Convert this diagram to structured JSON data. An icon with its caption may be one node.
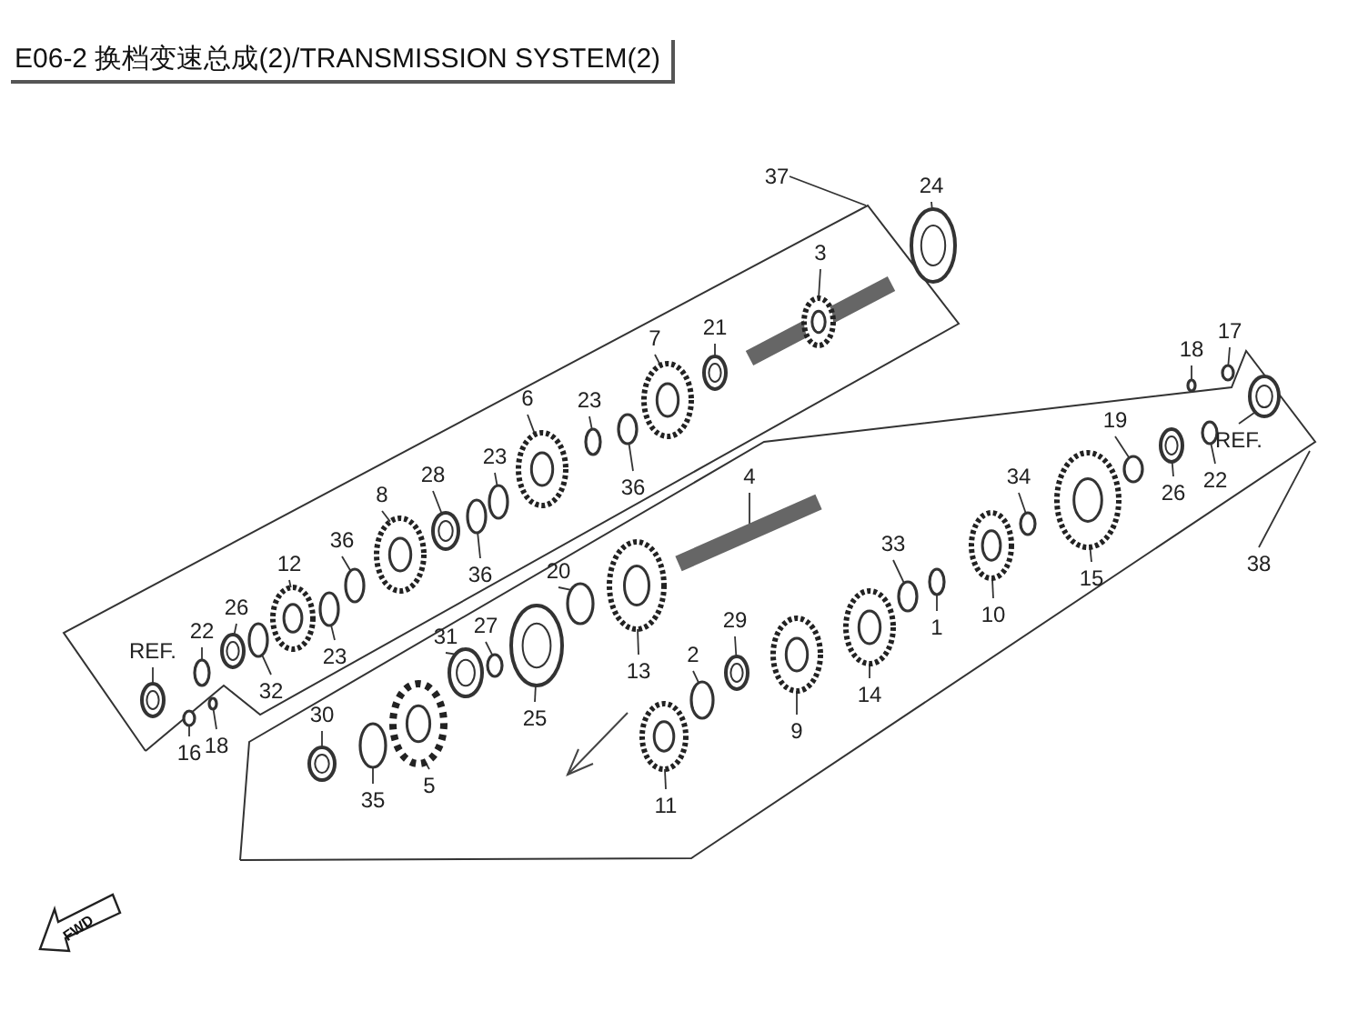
{
  "diagram": {
    "title": "E06-2 换档变速总成(2)/TRANSMISSION SYSTEM(2)",
    "nodes": [
      {
        "text": [
          "37"
        ]
      },
      {
        "text": [
          "24"
        ]
      },
      {
        "text": [
          "3"
        ]
      },
      {
        "text": [
          "21"
        ]
      },
      {
        "text": [
          "7"
        ]
      },
      {
        "text": [
          "23"
        ]
      },
      {
        "text": [
          "36"
        ]
      },
      {
        "text": [
          "6"
        ]
      },
      {
        "text": [
          "23"
        ]
      },
      {
        "text": [
          "36"
        ]
      },
      {
        "text": [
          "28"
        ]
      },
      {
        "text": [
          "8"
        ]
      },
      {
        "text": [
          "36"
        ]
      },
      {
        "text": [
          "23"
        ]
      },
      {
        "text": [
          "12"
        ]
      },
      {
        "text": [
          "26"
        ]
      },
      {
        "text": [
          "32"
        ]
      },
      {
        "text": [
          "22"
        ]
      },
      {
        "text": [
          "REF."
        ]
      },
      {
        "text": [
          "16"
        ]
      },
      {
        "text": [
          "18"
        ]
      },
      {
        "text": [
          "18"
        ]
      },
      {
        "text": [
          "17"
        ]
      },
      {
        "text": [
          "REF."
        ]
      },
      {
        "text": [
          "19"
        ]
      },
      {
        "text": [
          "22"
        ]
      },
      {
        "text": [
          "26"
        ]
      },
      {
        "text": [
          "38"
        ]
      },
      {
        "text": [
          "34"
        ]
      },
      {
        "text": [
          "15"
        ]
      },
      {
        "text": [
          "10"
        ]
      },
      {
        "text": [
          "1"
        ]
      },
      {
        "text": [
          "33"
        ]
      },
      {
        "text": [
          "4"
        ]
      },
      {
        "text": [
          "20"
        ]
      },
      {
        "text": [
          "13"
        ]
      },
      {
        "text": [
          "2"
        ]
      },
      {
        "text": [
          "29"
        ]
      },
      {
        "text": [
          "9"
        ]
      },
      {
        "text": [
          "14"
        ]
      },
      {
        "text": [
          "11"
        ]
      },
      {
        "text": [
          "27"
        ]
      },
      {
        "text": [
          "31"
        ]
      },
      {
        "text": [
          "25"
        ]
      },
      {
        "text": [
          "30"
        ]
      },
      {
        "text": [
          "35"
        ]
      },
      {
        "text": [
          "5"
        ]
      },
      {
        "text": [],
        "shape": "circle"
      },
      {
        "text": [],
        "shape": "circle"
      },
      {
        "text": [],
        "shape": "circle"
      },
      {
        "text": [],
        "shape": "circle"
      },
      {
        "text": [],
        "shape": "circle"
      },
      {
        "text": [],
        "shape": "circle"
      },
      {
        "text": [],
        "shape": "circle"
      },
      {
        "text": [],
        "shape": "circle"
      },
      {
        "text": [],
        "shape": "circle"
      },
      {
        "text": [],
        "shape": "circle"
      },
      {
        "text": [],
        "shape": "circle"
      },
      {
        "text": [],
        "shape": "circle"
      },
      {
        "text": [],
        "shape": "circle"
      },
      {
        "text": [],
        "shape": "circle"
      },
      {
        "text": [],
        "shape": "circle"
      },
      {
        "text": [],
        "shape": "circle"
      },
      {
        "text": [],
        "shape": "circle"
      },
      {
        "text": [],
        "shape": "circle"
      },
      {
        "text": [],
        "shape": "circle"
      },
      {
        "text": [],
        "shape": "circle"
      },
      {
        "text": [],
        "shape": "circle"
      },
      {
        "text": [],
        "shape": "circle"
      },
      {
        "text": [],
        "shape": "circle"
      },
      {
        "text": [],
        "shape": "circle"
      },
      {
        "text": [],
        "shape": "circle"
      },
      {
        "text": [],
        "shape": "circle"
      },
      {
        "text": [],
        "shape": "circle"
      },
      {
        "text": [],
        "shape": "circle"
      },
      {
        "text": [],
        "shape": "circle"
      },
      {
        "text": [],
        "shape": "bar"
      },
      {
        "text": [],
        "shape": "circle"
      },
      {
        "text": [],
        "shape": "bar"
      },
      {
        "text": [],
        "shape": "circle"
      },
      {
        "text": [],
        "shape": "circle"
      },
      {
        "text": [],
        "shape": "circle"
      },
      {
        "text": [],
        "shape": "circle"
      },
      {
        "text": [],
        "shape": "circle"
      },
      {
        "text": [],
        "shape": "circle"
      },
      {
        "text": [],
        "shape": "circle"
      },
      {
        "text": [],
        "shape": "circle"
      },
      {
        "text": [],
        "shape": "circle"
      },
      {
        "text": [],
        "shape": "circle"
      },
      {
        "text": [],
        "shape": "circle"
      },
      {
        "text": [],
        "shape": "circle"
      },
      {
        "text": [],
        "shape": "circle"
      }
    ],
    "edges": [
      {
        "from": 0,
        "to": null,
        "arrow": "none"
      },
      {
        "from": 1,
        "to": 81,
        "arrow": "none"
      },
      {
        "from": 2,
        "to": 78,
        "arrow": "none"
      },
      {
        "from": 3,
        "to": 74,
        "arrow": "none"
      },
      {
        "from": 4,
        "to": 71,
        "arrow": "none"
      },
      {
        "from": 5,
        "to": 68,
        "arrow": "none"
      },
      {
        "from": 6,
        "to": 69,
        "arrow": "none"
      },
      {
        "from": 7,
        "to": 66,
        "arrow": "none"
      },
      {
        "from": 8,
        "to": 64,
        "arrow": "none"
      },
      {
        "from": 9,
        "to": 62,
        "arrow": "none"
      },
      {
        "from": 10,
        "to": 60,
        "arrow": "none"
      },
      {
        "from": 11,
        "to": 58,
        "arrow": "none"
      },
      {
        "from": 12,
        "to": 56,
        "arrow": "none"
      },
      {
        "from": 13,
        "to": 55,
        "arrow": "none"
      },
      {
        "from": 14,
        "to": 53,
        "arrow": "none"
      },
      {
        "from": 15,
        "to": 51,
        "arrow": "none"
      },
      {
        "from": 16,
        "to": 52,
        "arrow": "none"
      },
      {
        "from": 17,
        "to": 49,
        "arrow": "none"
      },
      {
        "from": 18,
        "to": 47,
        "arrow": "none"
      },
      {
        "from": 19,
        "to": 48,
        "arrow": "none"
      },
      {
        "from": 20,
        "to": 50,
        "arrow": "none"
      },
      {
        "from": 21,
        "to": 88,
        "arrow": "none"
      },
      {
        "from": 22,
        "to": 90,
        "arrow": "none"
      },
      {
        "from": 23,
        "to": 91,
        "arrow": "none"
      },
      {
        "from": 24,
        "to": 86,
        "arrow": "none"
      },
      {
        "from": 25,
        "to": 89,
        "arrow": "none"
      },
      {
        "from": 26,
        "to": 87,
        "arrow": "none"
      },
      {
        "from": 27,
        "to": null,
        "arrow": "none"
      },
      {
        "from": 28,
        "to": 84,
        "arrow": "none"
      },
      {
        "from": 29,
        "to": 85,
        "arrow": "none"
      },
      {
        "from": 30,
        "to": 83,
        "arrow": "none"
      },
      {
        "from": 31,
        "to": 82,
        "arrow": "none"
      },
      {
        "from": 32,
        "to": 80,
        "arrow": "none"
      },
      {
        "from": 33,
        "to": 76,
        "arrow": "none"
      },
      {
        "from": 34,
        "to": 67,
        "arrow": "none"
      },
      {
        "from": 35,
        "to": 70,
        "arrow": "none"
      },
      {
        "from": 36,
        "to": 73,
        "arrow": "none"
      },
      {
        "from": 37,
        "to": 75,
        "arrow": "none"
      },
      {
        "from": 38,
        "to": 77,
        "arrow": "none"
      },
      {
        "from": 39,
        "to": 79,
        "arrow": "none"
      },
      {
        "from": 40,
        "to": 72,
        "arrow": "none"
      },
      {
        "from": 41,
        "to": 63,
        "arrow": "none"
      },
      {
        "from": 42,
        "to": 61,
        "arrow": "none"
      },
      {
        "from": 43,
        "to": 65,
        "arrow": "none"
      },
      {
        "from": 44,
        "to": 54,
        "arrow": "none"
      },
      {
        "from": 45,
        "to": 57,
        "arrow": "none"
      },
      {
        "from": 46,
        "to": 59,
        "arrow": "none"
      }
    ],
    "labels": [
      "FWD"
    ]
  }
}
